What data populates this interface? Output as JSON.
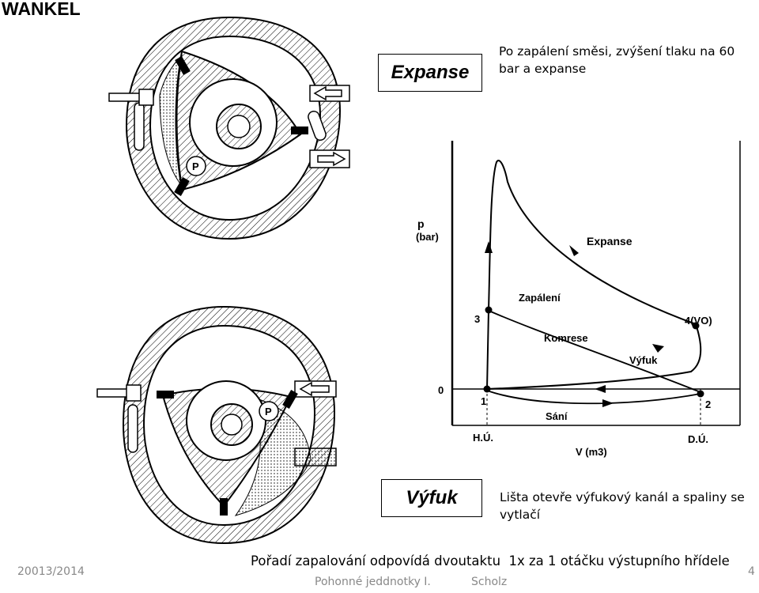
{
  "header": {
    "title": "WANKEL"
  },
  "expanse": {
    "label": "Expanse",
    "note": "Po zapálení směsi, zvýšení tlaku na 60 bar a expanse"
  },
  "vyfuk": {
    "label": "Výfuk",
    "note": "Lišta otevře výfukový kanál a spaliny se vytlačí"
  },
  "engine_diagrams": {
    "top_rotor_label": "P",
    "bottom_rotor_label": "P"
  },
  "pv_diagram": {
    "y_label_line1": "p",
    "y_label_line2": "(bar)",
    "x_label": "V (m3)",
    "zero_label": "0",
    "hu_label": "H.Ú.",
    "du_label": "D.Ú.",
    "point_1": "1",
    "point_2": "2",
    "point_3": "3",
    "point_4": "4(VO)",
    "phase_expanse": "Expanse",
    "phase_zapaleni": "Zapálení",
    "phase_komprese": "Komrese",
    "phase_vyfuk": "Výfuk",
    "phase_sani": "Sání"
  },
  "footer": {
    "date": "20013/2014",
    "main_text": "Pořadí zapalování odpovídá dvoutaktu  1x za 1 otáčku výstupního hřídele",
    "course": "Pohonné jeddnotky I.",
    "author": "Scholz",
    "page_number": "4"
  },
  "colors": {
    "hatch": "#000000",
    "background": "#ffffff",
    "muted": "#888888"
  }
}
